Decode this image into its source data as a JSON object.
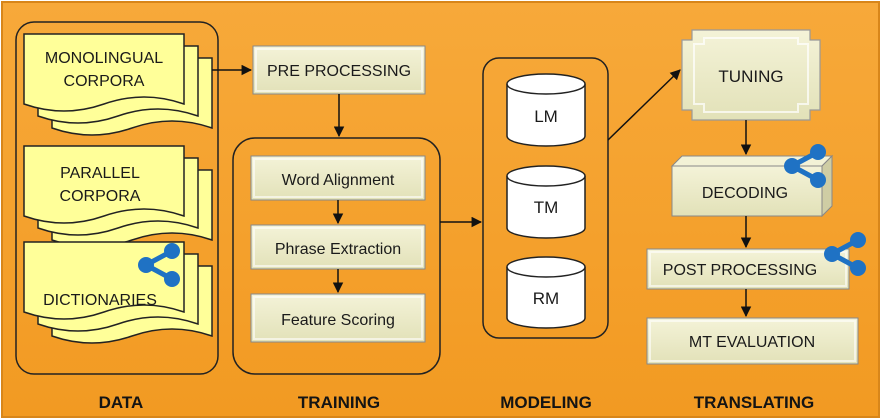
{
  "sections": {
    "data": "DATA",
    "training": "TRAINING",
    "modeling": "MODELING",
    "translating": "TRANSLATING"
  },
  "data_sources": {
    "monolingual_line1": "MONOLINGUAL",
    "monolingual_line2": "CORPORA",
    "parallel_line1": "PARALLEL",
    "parallel_line2": "CORPORA",
    "dictionaries": "DICTIONARIES"
  },
  "pre_processing": "PRE PROCESSING",
  "training_steps": [
    "Word Alignment",
    "Phrase Extraction",
    "Feature Scoring"
  ],
  "models": [
    "LM",
    "TM",
    "RM"
  ],
  "translating_steps": {
    "tuning": "TUNING",
    "decoding": "DECODING",
    "post_processing": "POST PROCESSING",
    "mt_evaluation": "MT EVALUATION"
  },
  "icons": [
    "share-icon"
  ],
  "colors": {
    "background": "#f5a02c",
    "document_fill": "#ffff99",
    "box_fill": "#ecebc6",
    "cylinder_fill": "#ffffff",
    "icon": "#1f72c4"
  }
}
